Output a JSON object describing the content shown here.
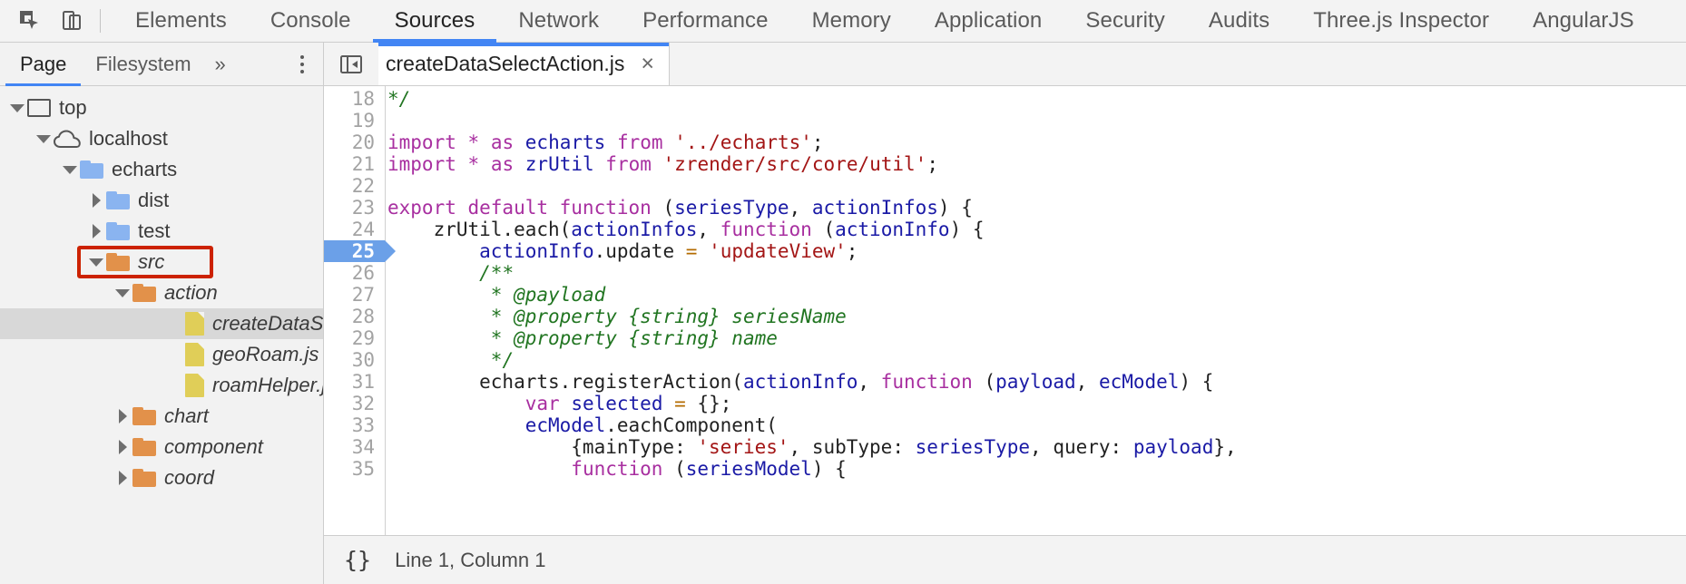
{
  "toolbar": {
    "inspect_icon": "inspect-cursor-icon",
    "device_icon": "device-toolbar-icon",
    "tabs": [
      {
        "label": "Elements",
        "active": false
      },
      {
        "label": "Console",
        "active": false
      },
      {
        "label": "Sources",
        "active": true
      },
      {
        "label": "Network",
        "active": false
      },
      {
        "label": "Performance",
        "active": false
      },
      {
        "label": "Memory",
        "active": false
      },
      {
        "label": "Application",
        "active": false
      },
      {
        "label": "Security",
        "active": false
      },
      {
        "label": "Audits",
        "active": false
      },
      {
        "label": "Three.js Inspector",
        "active": false
      },
      {
        "label": "AngularJS",
        "active": false
      }
    ]
  },
  "navigator": {
    "tabs": [
      {
        "label": "Page",
        "active": true
      },
      {
        "label": "Filesystem",
        "active": false
      }
    ],
    "more_label": "»",
    "kebab_icon": "more-options-icon",
    "tree": [
      {
        "label": "top",
        "icon": "window-icon",
        "indent": 0,
        "twisty": "down",
        "italic": false,
        "selected": false,
        "highlighted": false
      },
      {
        "label": "localhost",
        "icon": "cloud-icon",
        "indent": 1,
        "twisty": "down",
        "italic": false,
        "selected": false,
        "highlighted": false
      },
      {
        "label": "echarts",
        "icon": "folder-blue",
        "indent": 2,
        "twisty": "down",
        "italic": false,
        "selected": false,
        "highlighted": false
      },
      {
        "label": "dist",
        "icon": "folder-blue",
        "indent": 3,
        "twisty": "right",
        "italic": false,
        "selected": false,
        "highlighted": false
      },
      {
        "label": "test",
        "icon": "folder-blue",
        "indent": 3,
        "twisty": "right",
        "italic": false,
        "selected": false,
        "highlighted": false
      },
      {
        "label": "src",
        "icon": "folder-orange",
        "indent": 3,
        "twisty": "down",
        "italic": true,
        "selected": false,
        "highlighted": true
      },
      {
        "label": "action",
        "icon": "folder-orange",
        "indent": 4,
        "twisty": "down",
        "italic": true,
        "selected": false,
        "highlighted": false
      },
      {
        "label": "createDataSelectAction.js",
        "icon": "file-js",
        "indent": 6,
        "twisty": "none",
        "italic": true,
        "selected": true,
        "highlighted": false
      },
      {
        "label": "geoRoam.js",
        "icon": "file-js",
        "indent": 6,
        "twisty": "none",
        "italic": true,
        "selected": false,
        "highlighted": false
      },
      {
        "label": "roamHelper.js",
        "icon": "file-js",
        "indent": 6,
        "twisty": "none",
        "italic": true,
        "selected": false,
        "highlighted": false
      },
      {
        "label": "chart",
        "icon": "folder-orange",
        "indent": 4,
        "twisty": "right",
        "italic": true,
        "selected": false,
        "highlighted": false
      },
      {
        "label": "component",
        "icon": "folder-orange",
        "indent": 4,
        "twisty": "right",
        "italic": true,
        "selected": false,
        "highlighted": false
      },
      {
        "label": "coord",
        "icon": "folder-orange",
        "indent": 4,
        "twisty": "right",
        "italic": true,
        "selected": false,
        "highlighted": false
      }
    ]
  },
  "editor": {
    "sidebar_toggle_icon": "collapse-sidebar-icon",
    "file_tab": {
      "name": "createDataSelectAction.js",
      "close_label": "×"
    },
    "first_line_number": 18,
    "breakpoint_line": 25,
    "lines": [
      {
        "n": 18,
        "tokens": [
          {
            "t": "com",
            "s": "*/"
          }
        ]
      },
      {
        "n": 19,
        "tokens": []
      },
      {
        "n": 20,
        "tokens": [
          {
            "t": "kw",
            "s": "import"
          },
          {
            "t": "pln",
            "s": " "
          },
          {
            "t": "kw",
            "s": "*"
          },
          {
            "t": "pln",
            "s": " "
          },
          {
            "t": "kw",
            "s": "as"
          },
          {
            "t": "pln",
            "s": " "
          },
          {
            "t": "var",
            "s": "echarts"
          },
          {
            "t": "pln",
            "s": " "
          },
          {
            "t": "kw",
            "s": "from"
          },
          {
            "t": "pln",
            "s": " "
          },
          {
            "t": "str",
            "s": "'../echarts'"
          },
          {
            "t": "pln",
            "s": ";"
          }
        ]
      },
      {
        "n": 21,
        "tokens": [
          {
            "t": "kw",
            "s": "import"
          },
          {
            "t": "pln",
            "s": " "
          },
          {
            "t": "kw",
            "s": "*"
          },
          {
            "t": "pln",
            "s": " "
          },
          {
            "t": "kw",
            "s": "as"
          },
          {
            "t": "pln",
            "s": " "
          },
          {
            "t": "var",
            "s": "zrUtil"
          },
          {
            "t": "pln",
            "s": " "
          },
          {
            "t": "kw",
            "s": "from"
          },
          {
            "t": "pln",
            "s": " "
          },
          {
            "t": "str",
            "s": "'zrender/src/core/util'"
          },
          {
            "t": "pln",
            "s": ";"
          }
        ]
      },
      {
        "n": 22,
        "tokens": []
      },
      {
        "n": 23,
        "tokens": [
          {
            "t": "kw",
            "s": "export default function"
          },
          {
            "t": "pln",
            "s": " ("
          },
          {
            "t": "var",
            "s": "seriesType"
          },
          {
            "t": "pln",
            "s": ", "
          },
          {
            "t": "var",
            "s": "actionInfos"
          },
          {
            "t": "pln",
            "s": ") {"
          }
        ]
      },
      {
        "n": 24,
        "tokens": [
          {
            "t": "pln",
            "s": "    zrUtil.each("
          },
          {
            "t": "var",
            "s": "actionInfos"
          },
          {
            "t": "pln",
            "s": ", "
          },
          {
            "t": "kw",
            "s": "function"
          },
          {
            "t": "pln",
            "s": " ("
          },
          {
            "t": "var",
            "s": "actionInfo"
          },
          {
            "t": "pln",
            "s": ") {"
          }
        ]
      },
      {
        "n": 25,
        "tokens": [
          {
            "t": "pln",
            "s": "        "
          },
          {
            "t": "var",
            "s": "actionInfo"
          },
          {
            "t": "pln",
            "s": ".update "
          },
          {
            "t": "op",
            "s": "="
          },
          {
            "t": "pln",
            "s": " "
          },
          {
            "t": "str",
            "s": "'updateView'"
          },
          {
            "t": "pln",
            "s": ";"
          }
        ]
      },
      {
        "n": 26,
        "tokens": [
          {
            "t": "pln",
            "s": "        "
          },
          {
            "t": "com",
            "s": "/**"
          }
        ]
      },
      {
        "n": 27,
        "tokens": [
          {
            "t": "pln",
            "s": "         "
          },
          {
            "t": "com",
            "s": "* @payload"
          }
        ]
      },
      {
        "n": 28,
        "tokens": [
          {
            "t": "pln",
            "s": "         "
          },
          {
            "t": "com",
            "s": "* @property {string} seriesName"
          }
        ]
      },
      {
        "n": 29,
        "tokens": [
          {
            "t": "pln",
            "s": "         "
          },
          {
            "t": "com",
            "s": "* @property {string} name"
          }
        ]
      },
      {
        "n": 30,
        "tokens": [
          {
            "t": "pln",
            "s": "         "
          },
          {
            "t": "com",
            "s": "*/"
          }
        ]
      },
      {
        "n": 31,
        "tokens": [
          {
            "t": "pln",
            "s": "        echarts.registerAction("
          },
          {
            "t": "var",
            "s": "actionInfo"
          },
          {
            "t": "pln",
            "s": ", "
          },
          {
            "t": "kw",
            "s": "function"
          },
          {
            "t": "pln",
            "s": " ("
          },
          {
            "t": "var",
            "s": "payload"
          },
          {
            "t": "pln",
            "s": ", "
          },
          {
            "t": "var",
            "s": "ecModel"
          },
          {
            "t": "pln",
            "s": ") {"
          }
        ]
      },
      {
        "n": 32,
        "tokens": [
          {
            "t": "pln",
            "s": "            "
          },
          {
            "t": "kw",
            "s": "var"
          },
          {
            "t": "pln",
            "s": " "
          },
          {
            "t": "var",
            "s": "selected"
          },
          {
            "t": "pln",
            "s": " "
          },
          {
            "t": "op",
            "s": "="
          },
          {
            "t": "pln",
            "s": " {};"
          }
        ]
      },
      {
        "n": 33,
        "tokens": [
          {
            "t": "pln",
            "s": "            "
          },
          {
            "t": "var",
            "s": "ecModel"
          },
          {
            "t": "pln",
            "s": ".eachComponent("
          }
        ]
      },
      {
        "n": 34,
        "tokens": [
          {
            "t": "pln",
            "s": "                {mainType: "
          },
          {
            "t": "str",
            "s": "'series'"
          },
          {
            "t": "pln",
            "s": ", subType: "
          },
          {
            "t": "var",
            "s": "seriesType"
          },
          {
            "t": "pln",
            "s": ", query: "
          },
          {
            "t": "var",
            "s": "payload"
          },
          {
            "t": "pln",
            "s": "},"
          }
        ]
      },
      {
        "n": 35,
        "tokens": [
          {
            "t": "pln",
            "s": "                "
          },
          {
            "t": "kw",
            "s": "function"
          },
          {
            "t": "pln",
            "s": " ("
          },
          {
            "t": "var",
            "s": "seriesModel"
          },
          {
            "t": "pln",
            "s": ") {"
          }
        ]
      }
    ]
  },
  "statusbar": {
    "pretty_print_label": "{}",
    "cursor_position": "Line 1, Column 1"
  },
  "colors": {
    "accent": "#4285f4",
    "highlight_box": "#cc2200",
    "breakpoint": "#6ba0e8",
    "folder_blue": "#8ab4f0",
    "folder_orange": "#e2914a",
    "file_yellow": "#e0ce58"
  }
}
